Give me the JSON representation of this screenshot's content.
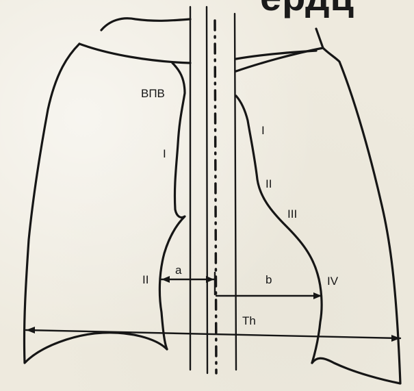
{
  "slide": {
    "title_fragment": "ердц"
  },
  "diagram": {
    "labels": {
      "vpv": "ВПВ",
      "left_contour_arc_1": "I",
      "left_contour_arc_2": "II",
      "right_contour_arc_1": "I",
      "right_contour_arc_2": "II",
      "right_contour_arc_3": "III",
      "right_contour_arc_4": "IV",
      "distance_a": "a",
      "distance_b": "b",
      "thoracic_width": "Th"
    }
  }
}
